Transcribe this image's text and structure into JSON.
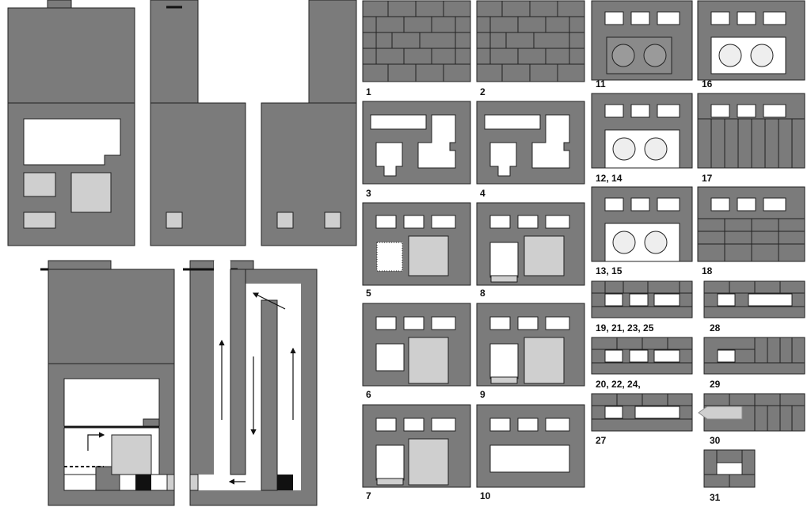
{
  "title": "Stove masonry order diagram",
  "rows": {
    "r1": "1",
    "r2": "2",
    "r3": "3",
    "r4": "4",
    "r5": "5",
    "r6": "6",
    "r7": "7",
    "r8": "8",
    "r9": "9",
    "r10": "10",
    "r11": "11",
    "r16": "16",
    "r12": "12, 14",
    "r17": "17",
    "r13": "13, 15",
    "r18": "18",
    "r19": "19, 21, 23, 25",
    "r28": "28",
    "r20": "20, 22, 24,",
    "r29": "29",
    "r27": "27",
    "r30": "30",
    "r31": "31"
  },
  "colors": {
    "brick": "#7b7b7b",
    "opening": "#ffffff",
    "door": "#cfcfcf"
  }
}
